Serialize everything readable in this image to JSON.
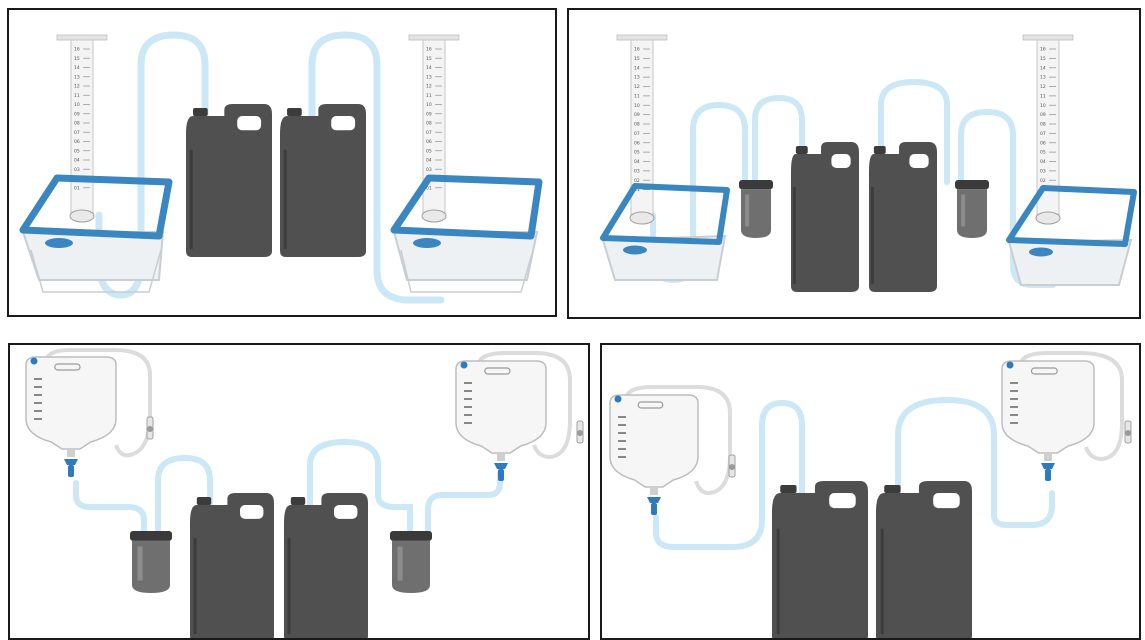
{
  "colors": {
    "tube": "#cce7f5",
    "jug": "#505050",
    "jug_dark": "#3c3c3c",
    "tray_rim": "#3a86c0",
    "tray_body": "#eef1f3",
    "cylinder": "#f4f4f4",
    "glass": "#6f6f6f",
    "clamp": "#2c7ac0",
    "bag": "#f6f6f6",
    "frame": "#1a1a1a"
  },
  "cylinder_scale": [
    "01",
    "02",
    "03",
    "04",
    "05",
    "06",
    "07",
    "08",
    "09",
    "10",
    "11",
    "12",
    "13",
    "14",
    "15",
    "16"
  ],
  "panels": [
    {
      "id": "panel-1",
      "setup": "graduated-cylinders-in-trays-with-two-jugs"
    },
    {
      "id": "panel-2",
      "setup": "graduated-cylinders-in-trays-with-glass-traps-and-two-jugs"
    },
    {
      "id": "panel-3",
      "setup": "drainage-bags-with-glass-traps-and-two-jugs"
    },
    {
      "id": "panel-4",
      "setup": "drainage-bags-with-two-jugs"
    }
  ]
}
